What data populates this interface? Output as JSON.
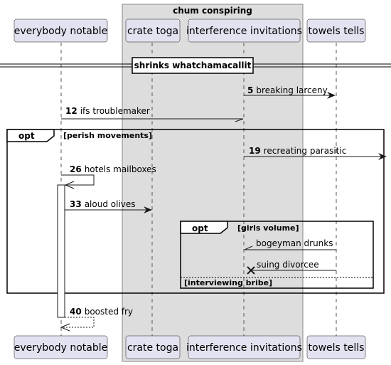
{
  "box": {
    "title": "chum conspiring"
  },
  "participants": [
    {
      "id": "everybody",
      "label": "everybody notable"
    },
    {
      "id": "crate",
      "label": "crate toga"
    },
    {
      "id": "interference",
      "label": "interference invitations"
    },
    {
      "id": "towels",
      "label": "towels tells"
    }
  ],
  "divider": {
    "label": "shrinks whatchamacallit"
  },
  "messages": [
    {
      "num": "5",
      "text": "breaking larceny"
    },
    {
      "num": "12",
      "text": "ifs troublemaker"
    },
    {
      "num": "19",
      "text": "recreating parasitic"
    },
    {
      "num": "26",
      "text": "hotels mailboxes"
    },
    {
      "num": "33",
      "text": "aloud olives"
    },
    {
      "num": "",
      "text": "bogeyman drunks"
    },
    {
      "num": "",
      "text": "suing divorcee"
    },
    {
      "num": "40",
      "text": "boosted fry"
    }
  ],
  "fragments": {
    "outer": {
      "keyword": "opt",
      "guard": "[perish movements]"
    },
    "inner": {
      "keyword": "opt",
      "guard": "[girls volume]",
      "else_guard": "[interviewing bribe]"
    }
  }
}
